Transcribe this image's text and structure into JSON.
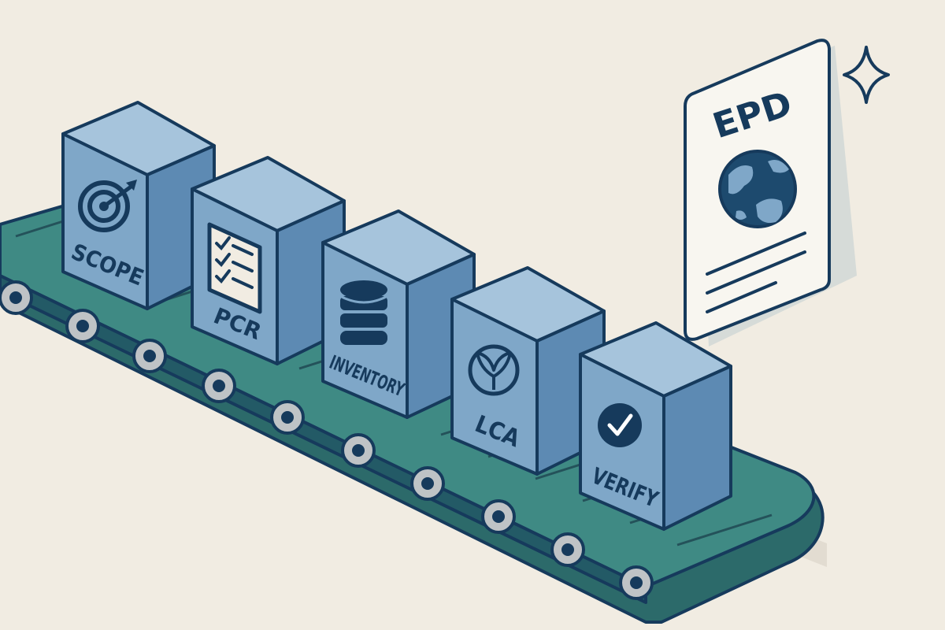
{
  "process": {
    "steps": [
      {
        "id": "scope",
        "label": "SCOPE",
        "icon": "target-icon"
      },
      {
        "id": "pcr",
        "label": "PCR",
        "icon": "checklist-icon"
      },
      {
        "id": "inventory",
        "label": "INVENTORY",
        "icon": "database-icon"
      },
      {
        "id": "lca",
        "label": "LCA",
        "icon": "leaf-icon"
      },
      {
        "id": "verify",
        "label": "VERIFY",
        "icon": "checkmark-icon"
      }
    ]
  },
  "document": {
    "title": "EPD",
    "icon": "globe-icon",
    "decoration": "sparkle-icon"
  },
  "colors": {
    "background": "#f1ece2",
    "outline": "#163a5c",
    "box_front": "#7fa7c8",
    "box_side": "#5d8ab3",
    "box_top": "#a6c4dc",
    "belt": "#3f8a84",
    "belt_dark": "#2c6a6a",
    "roller": "#bfc3c6"
  }
}
